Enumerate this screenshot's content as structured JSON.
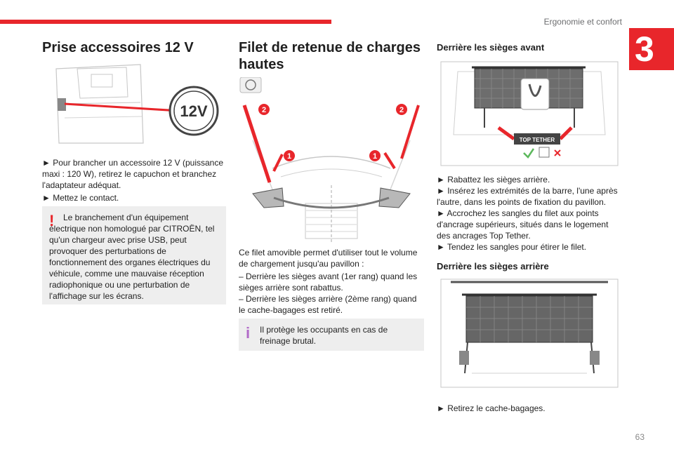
{
  "header": {
    "chapter_title": "Ergonomie et confort",
    "chapter_number": "3",
    "page_number": "63"
  },
  "colors": {
    "accent": "#e8262b",
    "info_accent": "#b16ac8",
    "callout_bg": "#eeeeee"
  },
  "col1": {
    "title": "Prise accessoires 12 V",
    "illustration": {
      "socket_label": "12V"
    },
    "step1": "► Pour brancher un accessoire 12 V (puissance maxi : 120 W), retirez le capuchon et branchez l'adaptateur adéquat.",
    "step2": "► Mettez le contact.",
    "warning": {
      "icon": "warning-exclamation-icon",
      "text": "Le branchement d'un équipement électrique non homologué par CITROËN, tel qu'un chargeur avec prise USB, peut provoquer des perturbations de fonctionnement des organes électriques du véhicule, comme une mauvaise réception radiophonique ou une perturbation de l'affichage sur les écrans."
    }
  },
  "col2": {
    "title": "Filet de retenue de charges hautes",
    "illustration": {
      "callout_1": "1",
      "callout_2": "2"
    },
    "intro": "Ce filet amovible permet d'utiliser tout le volume de chargement jusqu'au pavillon :",
    "item1": "– Derrière les sièges avant (1er rang) quand les sièges arrière sont rabattus.",
    "item2": "– Derrière les sièges arrière (2ème rang) quand le cache-bagages est retiré.",
    "info": {
      "icon": "info-icon",
      "text": "Il protège les occupants en cas de freinage brutal."
    }
  },
  "col3": {
    "section1_title": "Derrière les sièges avant",
    "illustration1": {
      "badge_text": "TOP TETHER"
    },
    "steps1": [
      "► Rabattez les sièges arrière.",
      "► Insérez les extrémités de la barre, l'une après l'autre, dans les points de fixation du pavillon.",
      "► Accrochez les sangles du filet aux points d'ancrage supérieurs, situés dans le logement des ancrages Top Tether.",
      "► Tendez les sangles pour étirer le filet."
    ],
    "section2_title": "Derrière les sièges arrière",
    "steps2": [
      "► Retirez le cache-bagages."
    ]
  }
}
